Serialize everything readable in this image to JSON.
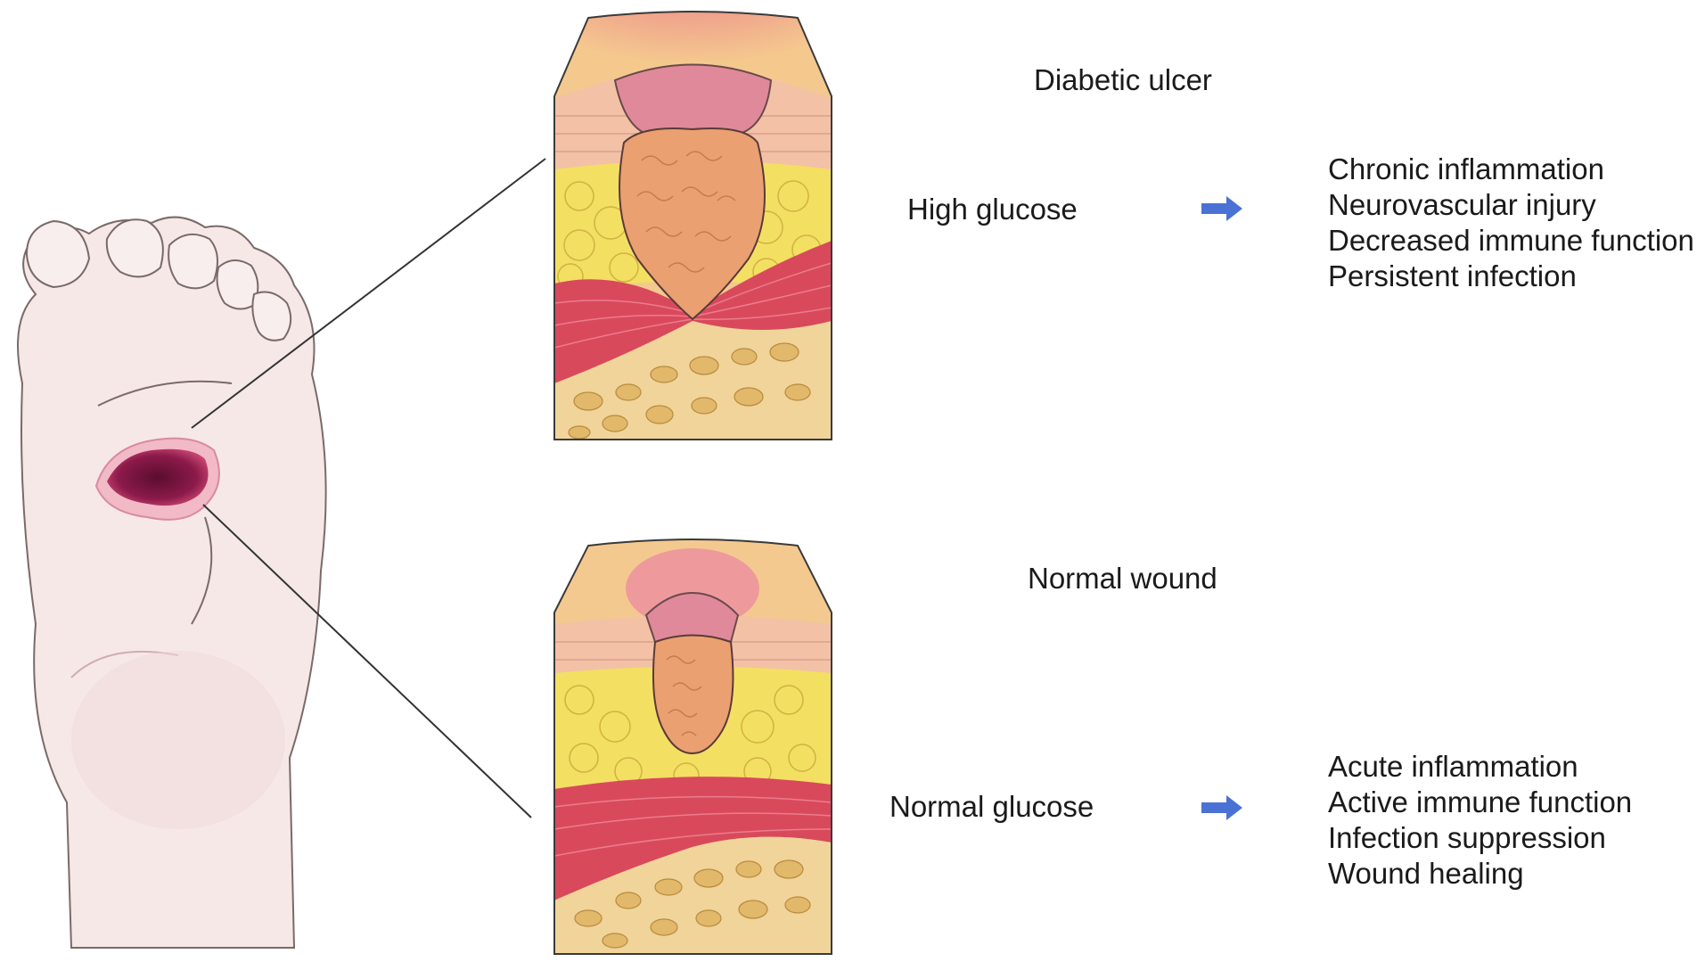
{
  "sections": {
    "diabetic": {
      "title": "Diabetic ulcer",
      "condition": "High glucose",
      "effects": [
        "Chronic inflammation",
        "Neurovascular injury",
        "Decreased immune function",
        "Persistent infection"
      ]
    },
    "normal": {
      "title": "Normal wound",
      "condition": "Normal glucose",
      "effects": [
        "Acute inflammation",
        "Active immune function",
        "Infection suppression",
        "Wound healing"
      ]
    }
  },
  "colors": {
    "arrow": "#4a72d4",
    "skin": "#f6e6e6",
    "ulcer": "#8c1a4a",
    "fat": "#f3df62",
    "muscle": "#d9495c",
    "bone": "#f0d49a",
    "granulation": "#eaa070"
  }
}
